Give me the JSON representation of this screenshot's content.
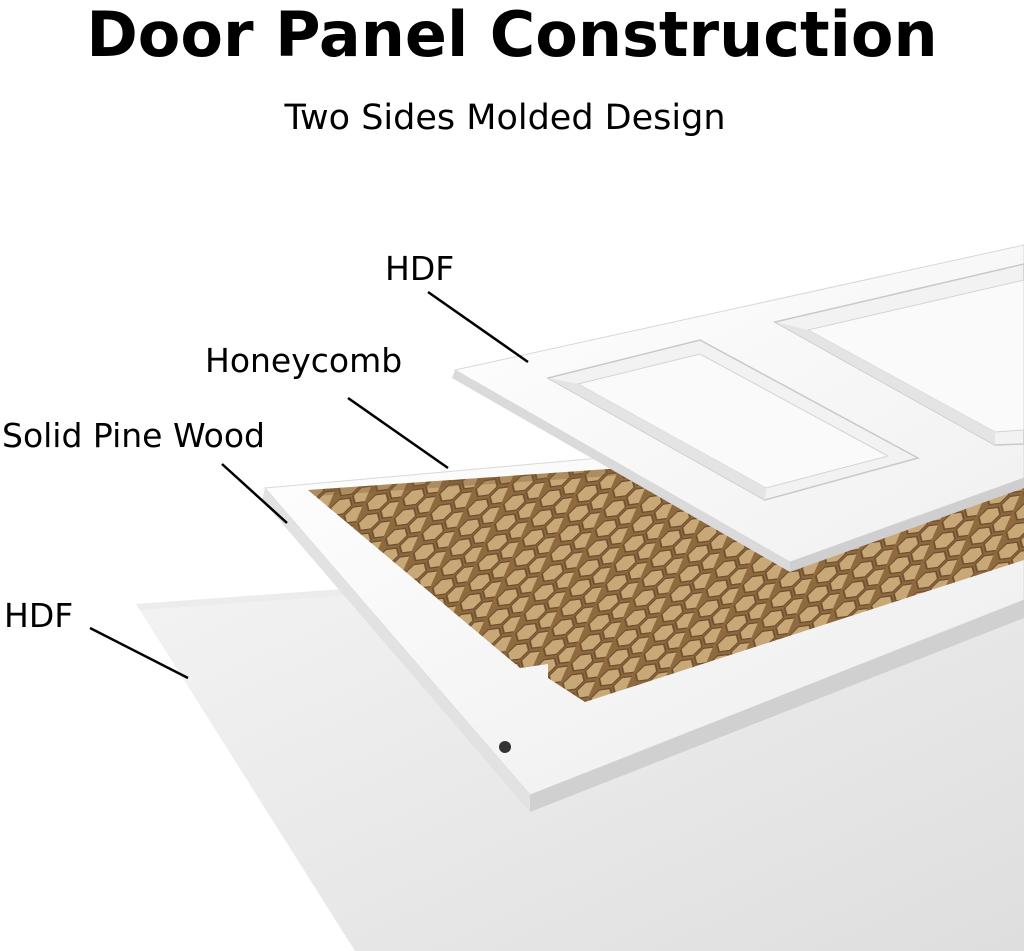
{
  "title": "Door Panel Construction",
  "subtitle": "Two Sides Molded Design",
  "labels": {
    "hdf_top": "HDF",
    "honeycomb": "Honeycomb",
    "solid_pine_wood": "Solid Pine Wood",
    "hdf_bottom": "HDF"
  },
  "colors": {
    "panel_white": "#ffffff",
    "panel_shadow": "#e6e6e6",
    "honeycomb_brown": "#b08a5b",
    "honeycomb_light": "#cfb38a",
    "leader_line": "#000000"
  }
}
